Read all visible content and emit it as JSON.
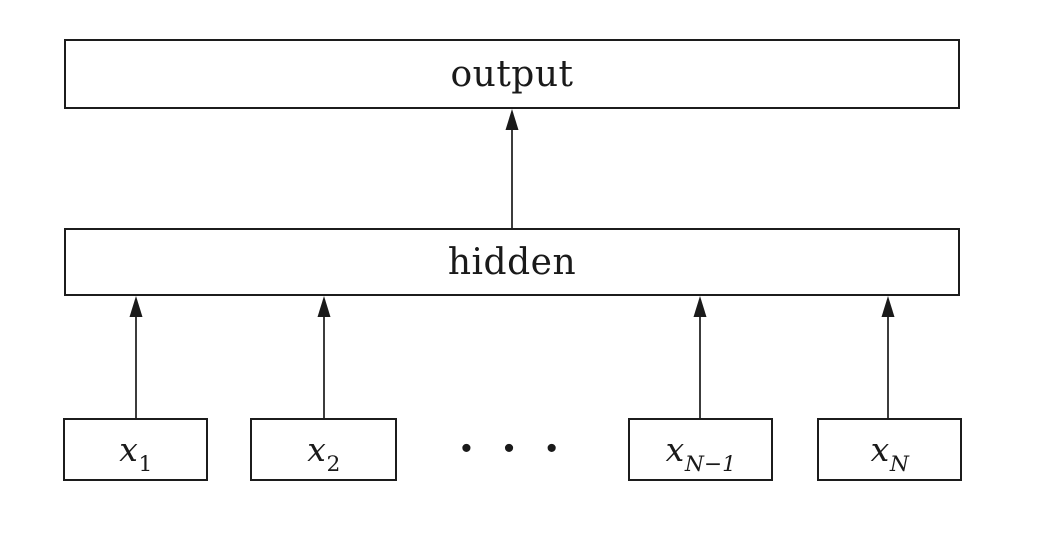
{
  "diagram": {
    "output_box": {
      "label": "output"
    },
    "hidden_box": {
      "label": "hidden"
    },
    "input_boxes": [
      {
        "base": "x",
        "subscript": "1"
      },
      {
        "base": "x",
        "subscript": "2"
      },
      {
        "base": "x",
        "subscript": "N−1"
      },
      {
        "base": "x",
        "subscript": "N"
      }
    ],
    "ellipsis": "· · ·",
    "colors": {
      "line": "#1a1a1a",
      "background": "#ffffff"
    }
  }
}
